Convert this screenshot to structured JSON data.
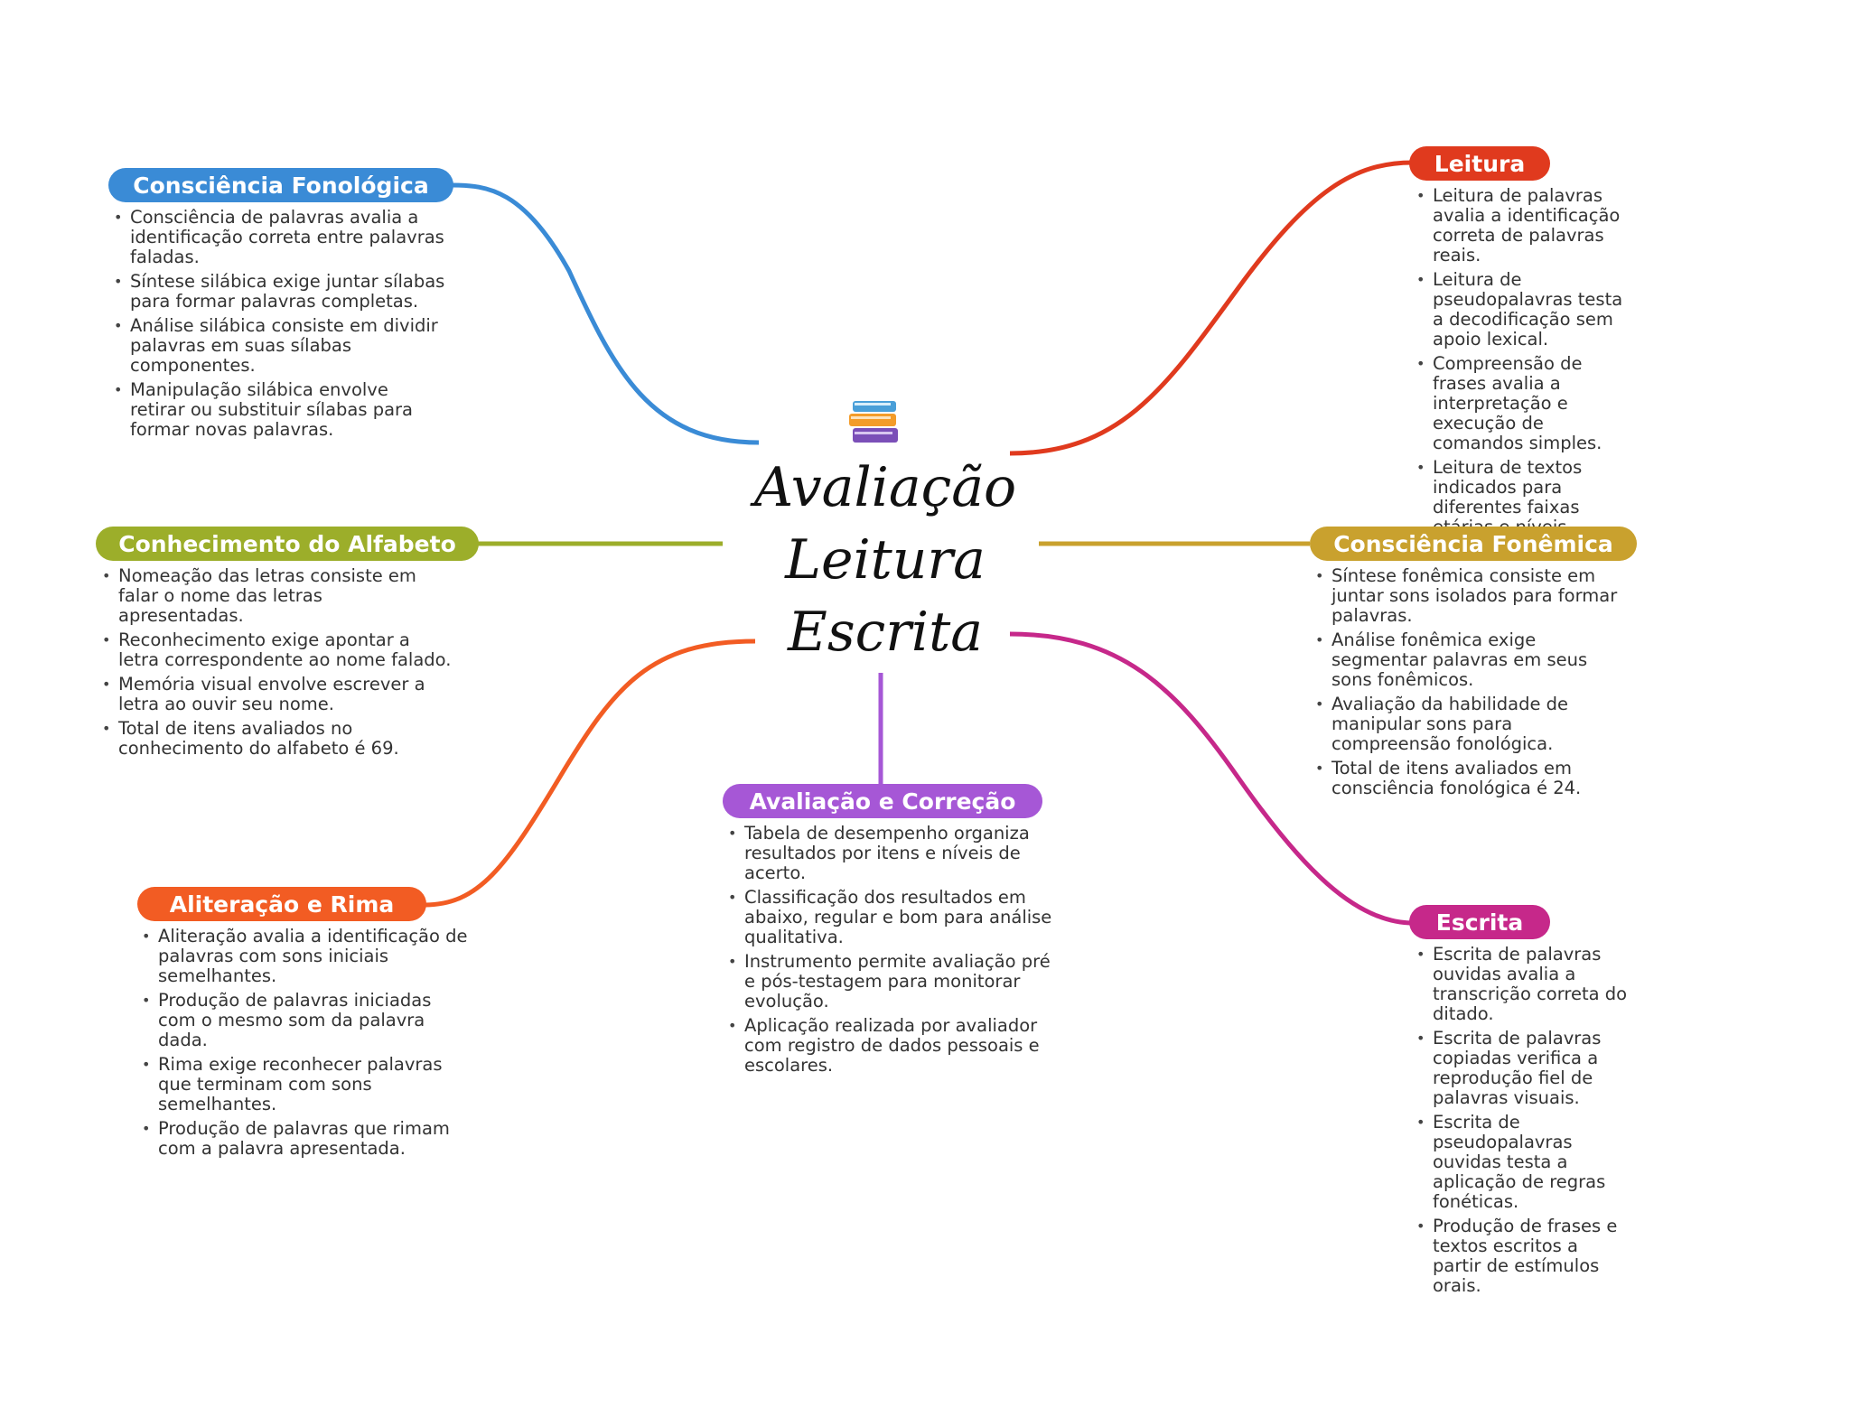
{
  "center": {
    "icon": "books-icon",
    "lines": [
      "Avaliação",
      "Leitura",
      "Escrita"
    ]
  },
  "topics": {
    "fonologica": {
      "title": "Consciência Fonológica",
      "color": "#3a8bd6",
      "items": [
        "Consciência de palavras avalia a identificação correta entre palavras faladas.",
        "Síntese silábica exige juntar sílabas para formar palavras completas.",
        "Análise silábica consiste em dividir palavras em suas sílabas componentes.",
        "Manipulação silábica envolve retirar ou substituir sílabas para formar novas palavras."
      ]
    },
    "alfabeto": {
      "title": "Conhecimento do Alfabeto",
      "color": "#9cae2a",
      "items": [
        "Nomeação das letras consiste em falar o nome das letras apresentadas.",
        "Reconhecimento exige apontar a letra correspondente ao nome falado.",
        "Memória visual envolve escrever a letra ao ouvir seu nome.",
        "Total de itens avaliados no conhecimento do alfabeto é 69."
      ]
    },
    "aliteracao": {
      "title": "Aliteração e Rima",
      "color": "#f25c23",
      "items": [
        "Aliteração avalia a identificação de palavras com sons iniciais semelhantes.",
        "Produção de palavras iniciadas com o mesmo som da palavra dada.",
        "Rima exige reconhecer palavras que terminam com sons semelhantes.",
        "Produção de palavras que rimam com a palavra apresentada."
      ]
    },
    "avaliacao": {
      "title": "Avaliação e Correção",
      "color": "#a657d6",
      "items": [
        "Tabela de desempenho organiza resultados por itens e níveis de acerto.",
        "Classificação dos resultados em abaixo, regular e bom para análise qualitativa.",
        "Instrumento permite avaliação pré e pós-testagem para monitorar evolução.",
        "Aplicação realizada por avaliador com registro de dados pessoais e escolares."
      ]
    },
    "leitura": {
      "title": "Leitura",
      "color": "#e03a1e",
      "items": [
        "Leitura de palavras avalia a identificação correta de palavras reais.",
        "Leitura de pseudopalavras testa a decodificação sem apoio lexical.",
        "Compreensão de frases avalia a interpretação e execução de comandos simples.",
        "Leitura de textos indicados para diferentes faixas etárias e níveis."
      ]
    },
    "fonemica": {
      "title": "Consciência Fonêmica",
      "color": "#c9a12e",
      "items": [
        "Síntese fonêmica consiste em juntar sons isolados para formar palavras.",
        "Análise fonêmica exige segmentar palavras em seus sons fonêmicos.",
        "Avaliação da habilidade de manipular sons para compreensão fonológica.",
        "Total de itens avaliados em consciência fonológica é 24."
      ]
    },
    "escrita": {
      "title": "Escrita",
      "color": "#c6288a",
      "items": [
        "Escrita de palavras ouvidas avalia a transcrição correta do ditado.",
        "Escrita de palavras copiadas verifica a reprodução fiel de palavras visuais.",
        "Escrita de pseudopalavras ouvidas testa a aplicação de regras fonéticas.",
        "Produção de frases e textos escritos a partir de estímulos orais."
      ]
    }
  }
}
